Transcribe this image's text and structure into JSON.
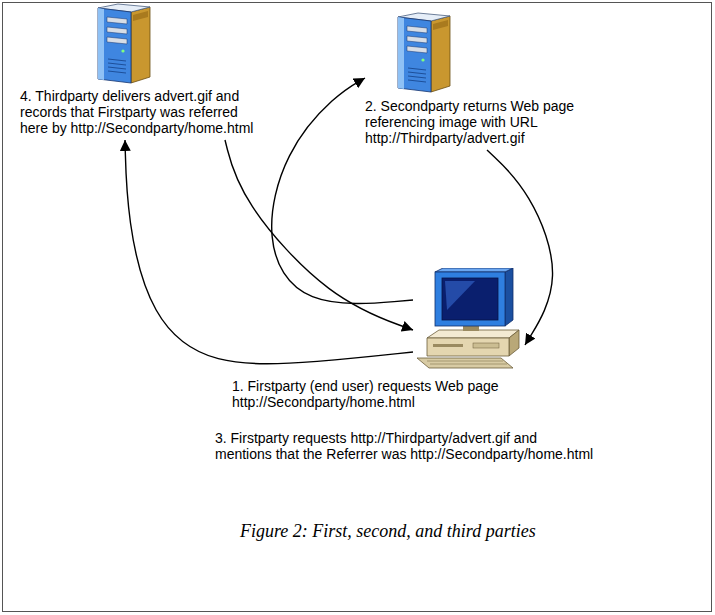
{
  "diagram": {
    "caption": "Figure 2: First, second, and third parties",
    "nodes": [
      {
        "text": [
          "4. Thirdparty delivers advert.gif and records that Firstparty was referred here by http://Secondparty/home.html"
        ]
      },
      {
        "text": [
          "2. Secondparty returns Web page referencing image with URL http://Thirdparty/advert.gif"
        ]
      },
      {
        "text": [
          "1. Firstparty (end user) requests Web page http://Secondparty/home.html",
          "3. Firstparty requests http://Thirdparty/advert.gif and mentions that the Referrer was http://Secondparty/home.html"
        ]
      }
    ],
    "edges": [
      {
        "from": 2,
        "to": 1,
        "arrow": "to"
      },
      {
        "from": 1,
        "to": 2,
        "arrow": "to"
      },
      {
        "from": 2,
        "to": 0,
        "arrow": "to"
      },
      {
        "from": 0,
        "to": 2,
        "arrow": "to"
      }
    ]
  }
}
